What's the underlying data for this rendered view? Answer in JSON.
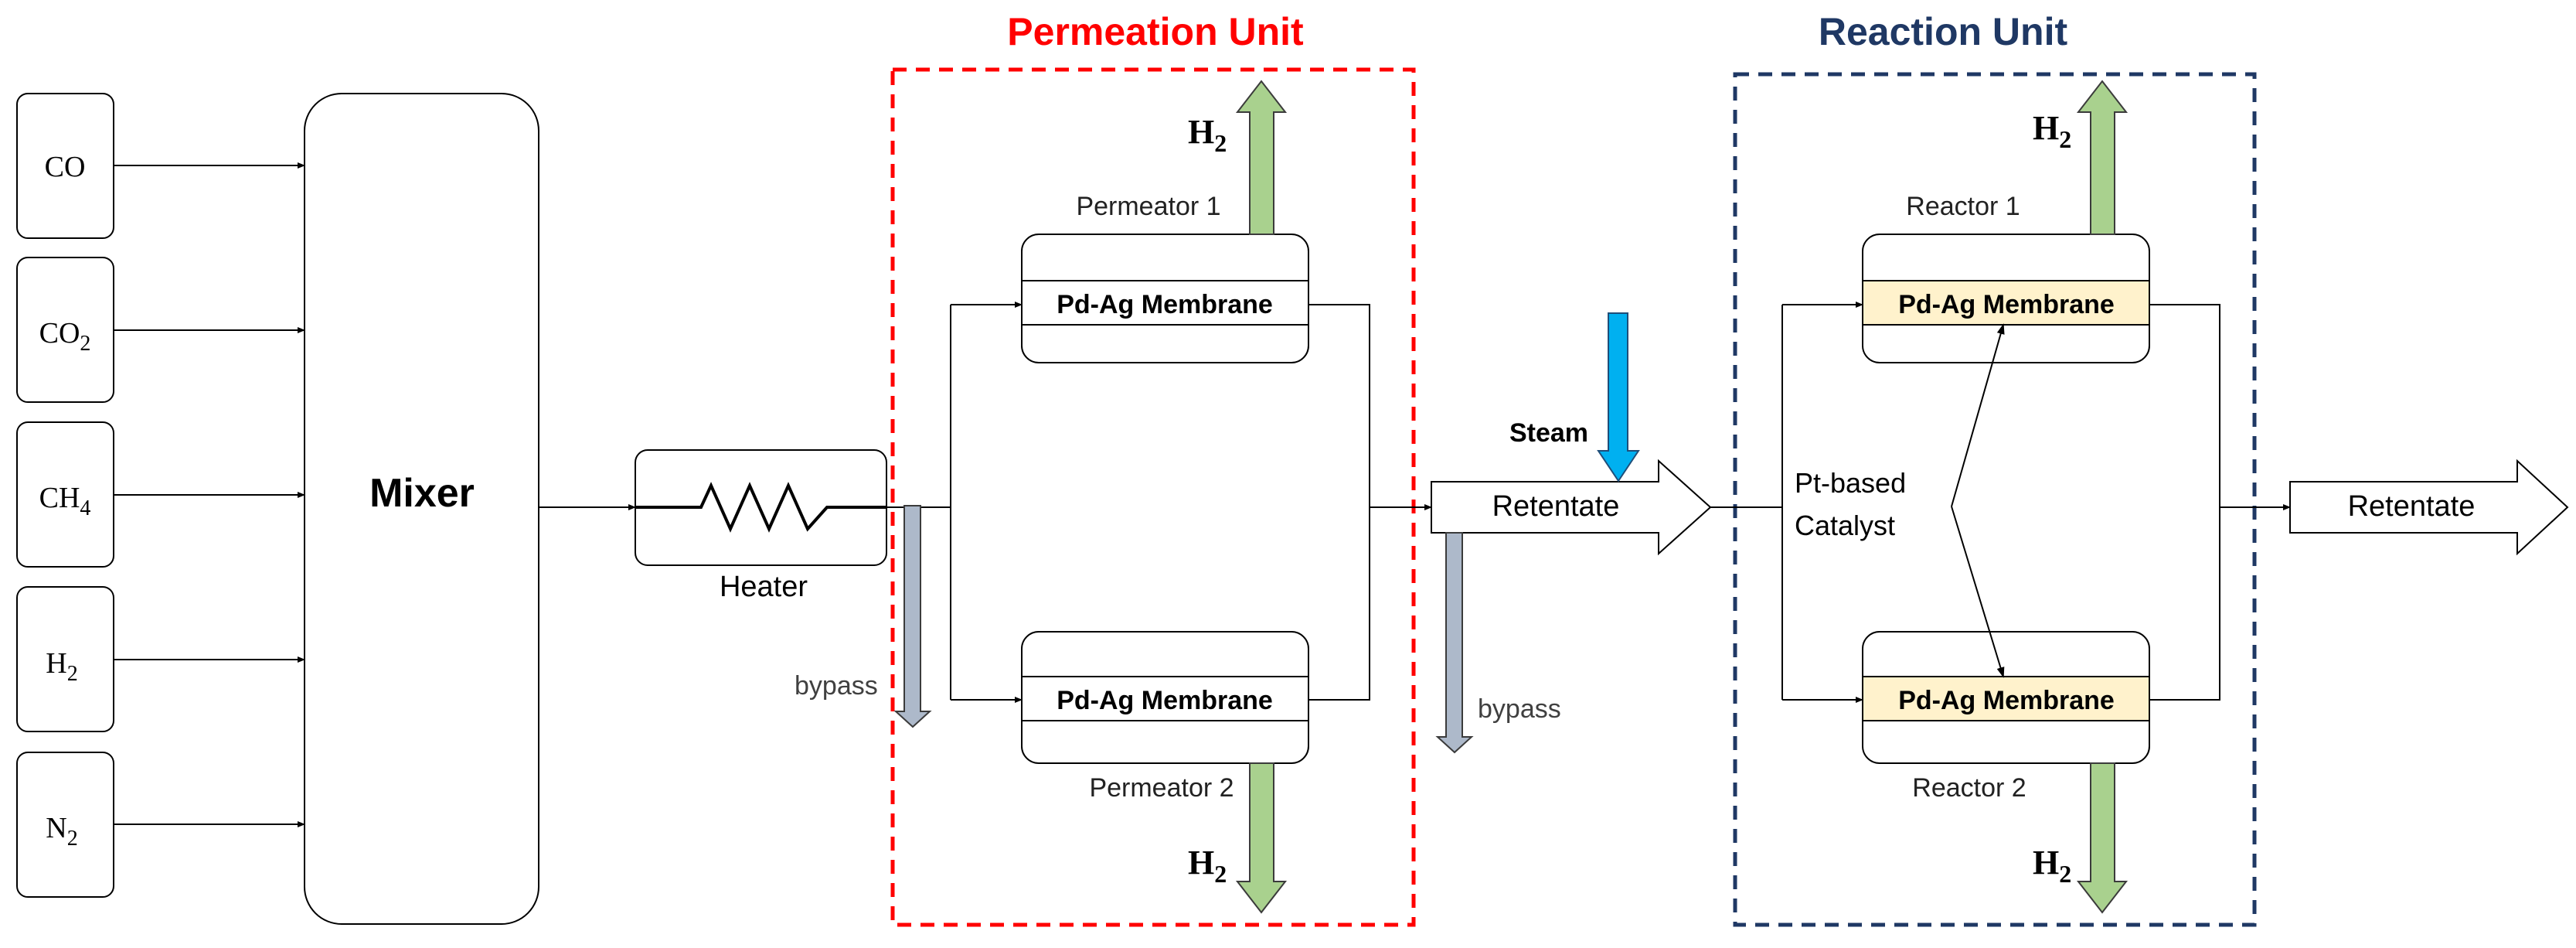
{
  "inputs": [
    {
      "base": "CO",
      "sub": ""
    },
    {
      "base": "CO",
      "sub": "2"
    },
    {
      "base": "CH",
      "sub": "4"
    },
    {
      "base": "H",
      "sub": "2"
    },
    {
      "base": "N",
      "sub": "2"
    }
  ],
  "mixer": {
    "label": "Mixer"
  },
  "heater": {
    "label": "Heater"
  },
  "permeation_unit": {
    "title": "Permeation Unit",
    "color": "#ff0000",
    "permeator1": {
      "label": "Permeator 1",
      "membrane": "Pd-Ag Membrane"
    },
    "permeator2": {
      "label": "Permeator 2",
      "membrane": "Pd-Ag Membrane"
    },
    "bypass_label": "bypass"
  },
  "middle": {
    "steam_label": "Steam",
    "steam_color": "#00b0f0",
    "retentate_label": "Retentate",
    "bypass_label": "bypass"
  },
  "reaction_unit": {
    "title": "Reaction Unit",
    "color": "#1f3864",
    "reactor1": {
      "label": "Reactor 1",
      "membrane": "Pd-Ag Membrane"
    },
    "reactor2": {
      "label": "Reactor 2",
      "membrane": "Pd-Ag Membrane"
    },
    "membrane_fill": "#fff2cc",
    "catalyst_line1": "Pt-based",
    "catalyst_line2": "Catalyst"
  },
  "outlet": {
    "retentate_label": "Retentate"
  },
  "h2_label": {
    "base": "H",
    "sub": "2"
  },
  "h2_arrow_color": "#a9d18e",
  "bypass_arrow_color": "#adb9ca"
}
